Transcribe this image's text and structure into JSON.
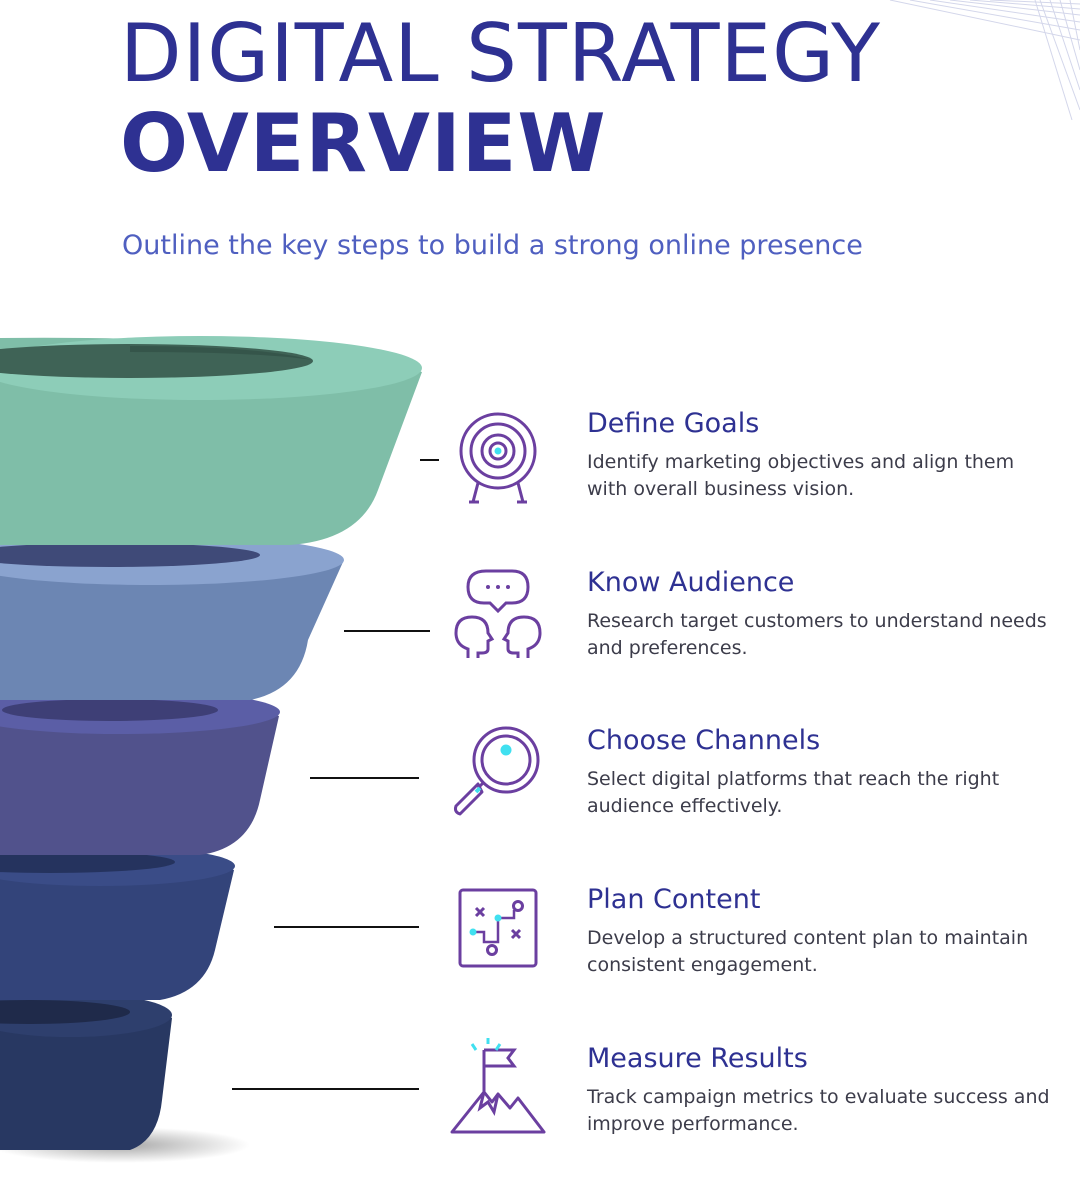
{
  "header": {
    "title_line1": "DIGITAL STRATEGY",
    "title_line2": "OVERVIEW",
    "subtitle": "Outline the key steps to build a strong online presence"
  },
  "colors": {
    "title": "#2e3192",
    "subtitle": "#4f5fc0",
    "icon_stroke": "#6b3fa0",
    "icon_accent": "#40e0f0",
    "funnel_tier_1": "#7fbfaa",
    "funnel_tier_2": "#6e88b5",
    "funnel_tier_3": "#52528f",
    "funnel_tier_4": "#34437a",
    "funnel_tier_5": "#293864"
  },
  "steps": [
    {
      "title": "Define Goals",
      "description": "Identify marketing objectives and align them with overall business vision.",
      "icon": "target-icon"
    },
    {
      "title": "Know Audience",
      "description": "Research target customers to understand needs and preferences.",
      "icon": "audience-chat-icon"
    },
    {
      "title": "Choose Channels",
      "description": "Select digital platforms that reach the right audience effectively.",
      "icon": "magnifier-icon"
    },
    {
      "title": "Plan Content",
      "description": "Develop a structured content plan to maintain consistent engagement.",
      "icon": "strategy-board-icon"
    },
    {
      "title": "Measure Results",
      "description": "Track campaign metrics to evaluate success and improve performance.",
      "icon": "mountain-flag-icon"
    }
  ]
}
